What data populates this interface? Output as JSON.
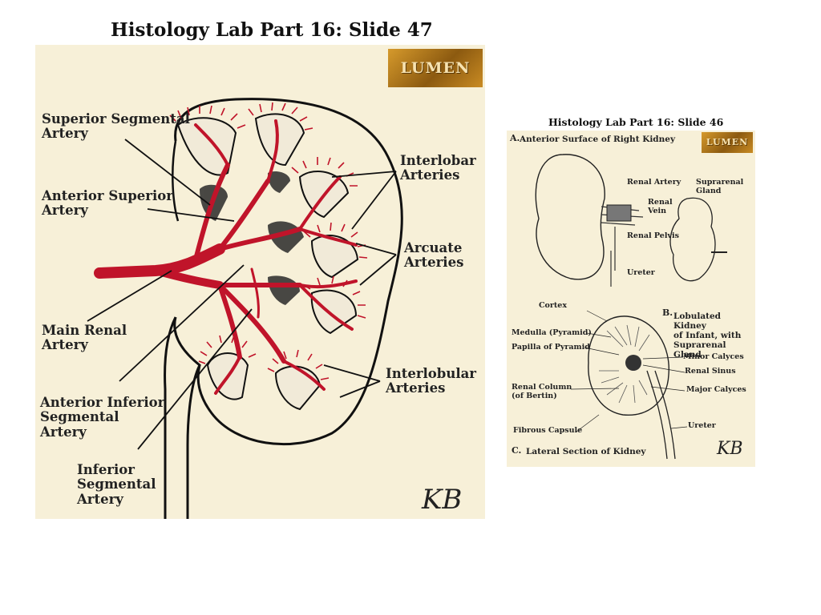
{
  "slide47": {
    "title": "Histology Lab Part 16: Slide 47",
    "logo": "LUMEN",
    "signature": "KB",
    "labels": {
      "superior_segmental": "Superior Segmental\nArtery",
      "anterior_superior": "Anterior Superior\nArtery",
      "main_renal": "Main Renal\nArtery",
      "anterior_inferior": "Anterior Inferior\nSegmental\nArtery",
      "inferior_segmental": "Inferior\nSegmental\nArtery",
      "interlobar": "Interlobar\nArteries",
      "arcuate": "Arcuate\nArteries",
      "interlobular": "Interlobular\nArteries"
    }
  },
  "slide46": {
    "title": "Histology Lab Part 16: Slide 46",
    "logo": "LUMEN",
    "signature": "KB",
    "section_a": "Anterior Surface of Right Kidney",
    "section_a_letter": "A.",
    "section_b": "Lobulated Kidney\nof Infant, with\nSuprarenal Gland",
    "section_b_letter": "B.",
    "section_c": "Lateral Section of Kidney",
    "section_c_letter": "C.",
    "labels": {
      "renal_artery": "Renal Artery",
      "renal_vein": "Renal\nVein",
      "suprarenal_gland": "Suprarenal\nGland",
      "renal_pelvis": "Renal Pelvis",
      "ureter_a": "Ureter",
      "cortex": "Cortex",
      "medulla": "Medulla  (Pyramid)",
      "papilla": "Papilla of Pyramid",
      "minor_calyces": "Minor Calyces",
      "renal_sinus": "Renal Sinus",
      "renal_column": "Renal Column\n(of Bertin)",
      "major_calyces": "Major Calyces",
      "fibrous_capsule": "Fibrous Capsule",
      "ureter_c": "Ureter"
    }
  },
  "colors": {
    "artery": "#c0142a",
    "panel": "#f7f0d8",
    "ink": "#111111"
  }
}
